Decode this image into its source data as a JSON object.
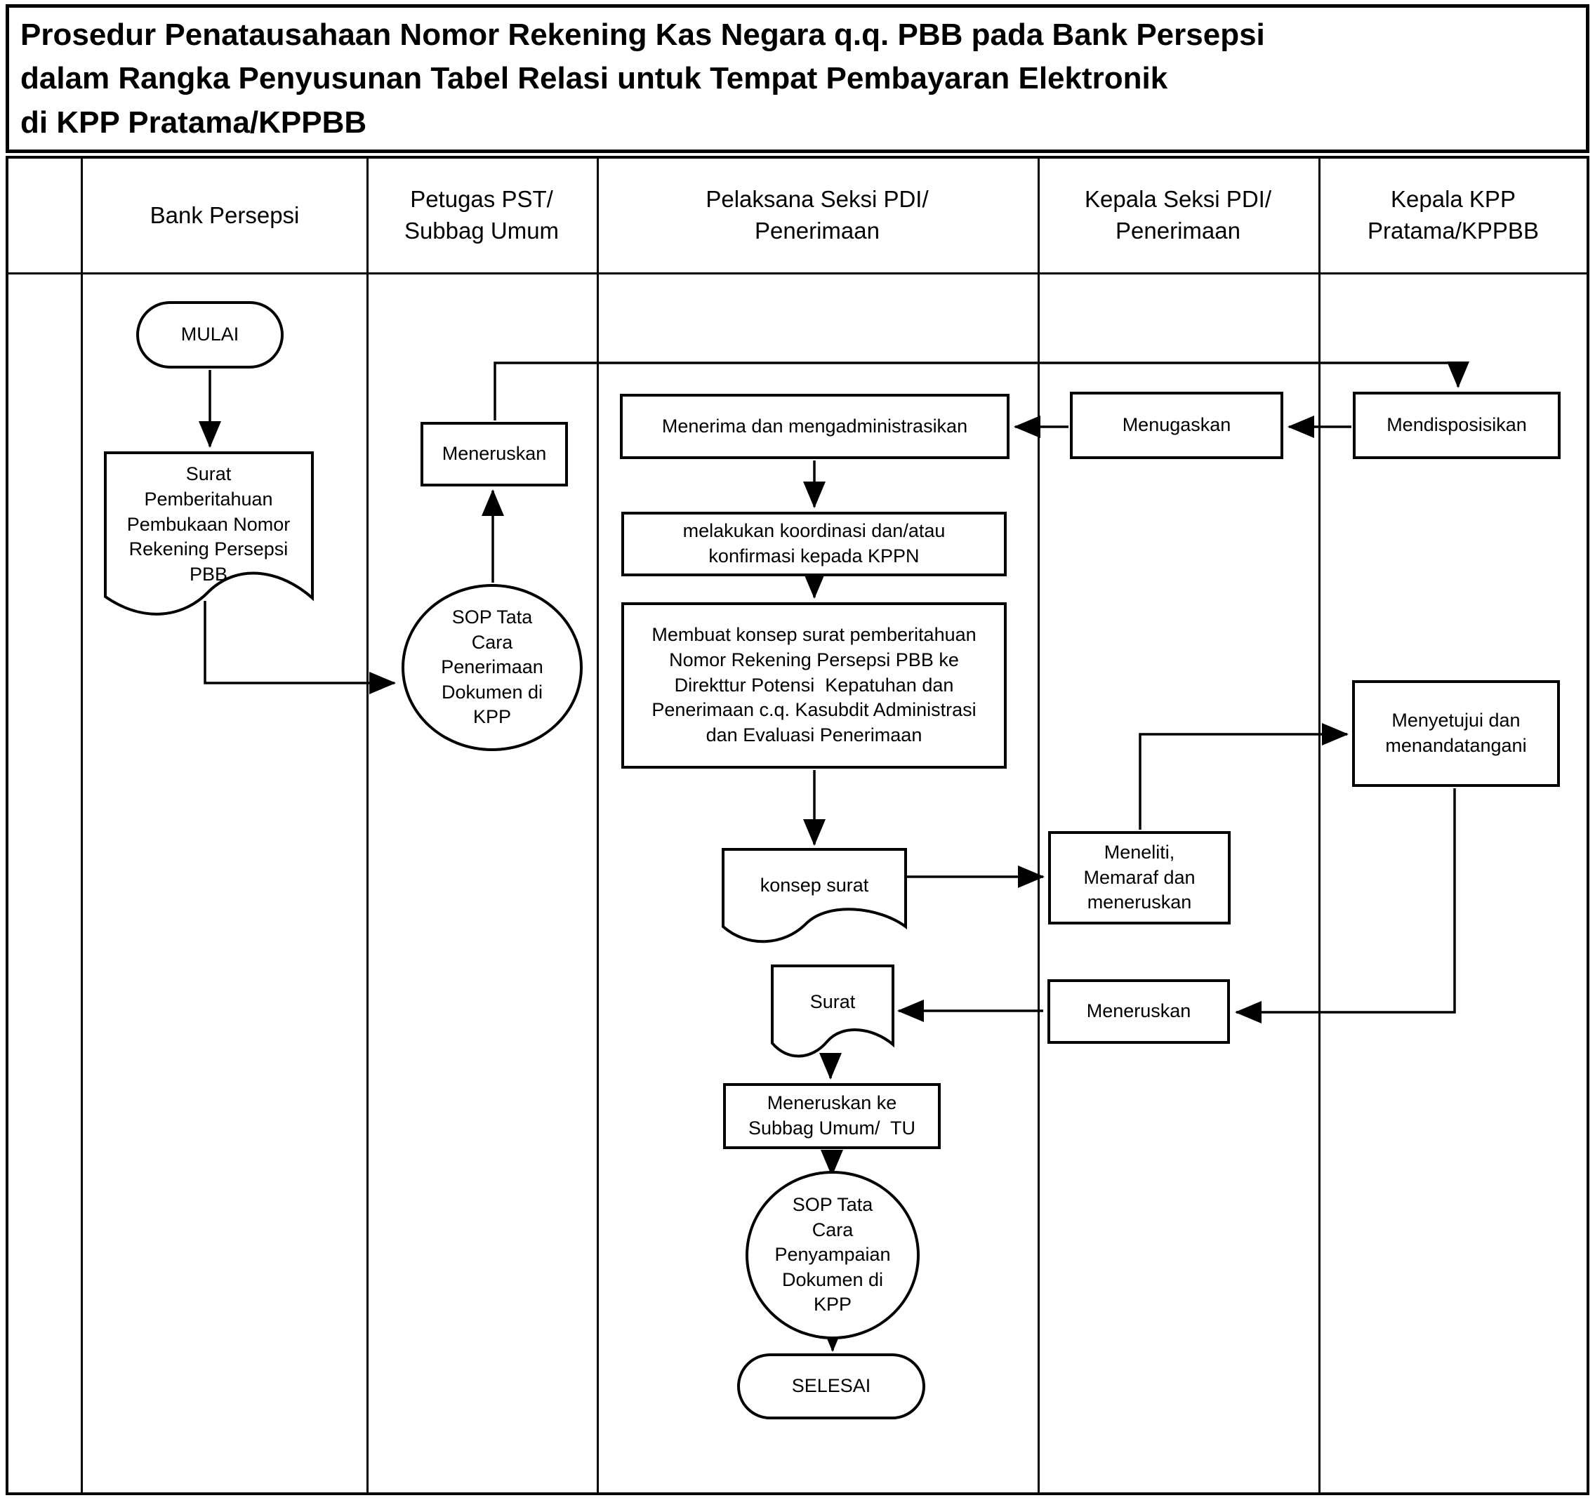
{
  "title": "Prosedur Penatausahaan Nomor Rekening Kas Negara q.q. PBB pada Bank Persepsi\ndalam Rangka Penyusunan Tabel Relasi untuk Tempat Pembayaran Elektronik\ndi KPP Pratama/KPPBB",
  "columns": [
    {
      "label": ""
    },
    {
      "label": "Bank Persepsi"
    },
    {
      "label": "Petugas PST/\nSubbag Umum"
    },
    {
      "label": "Pelaksana Seksi PDI/\nPenerimaan"
    },
    {
      "label": "Kepala Seksi PDI/\nPenerimaan"
    },
    {
      "label": "Kepala KPP\nPratama/KPPBB"
    }
  ],
  "nodes": {
    "mulai": {
      "shape": "terminator",
      "lane": "Bank Persepsi",
      "label": "MULAI"
    },
    "surat_pemberitahuan": {
      "shape": "document",
      "lane": "Bank Persepsi",
      "label": "Surat\nPemberitahuan\nPembukaan Nomor\nRekening Persepsi\nPBB"
    },
    "meneruskan_1": {
      "shape": "process",
      "lane": "Petugas PST/Subbag Umum",
      "label": "Meneruskan"
    },
    "sop_penerimaan": {
      "shape": "connector",
      "lane": "Petugas PST/Subbag Umum",
      "label": "SOP Tata\nCara\nPenerimaan\nDokumen di\nKPP"
    },
    "menerima": {
      "shape": "process",
      "lane": "Pelaksana Seksi PDI/Penerimaan",
      "label": "Menerima dan mengadministrasikan"
    },
    "melakukan_koordinasi": {
      "shape": "process",
      "lane": "Pelaksana Seksi PDI/Penerimaan",
      "label": "melakukan koordinasi dan/atau\nkonfirmasi kepada KPPN"
    },
    "membuat_konsep": {
      "shape": "process",
      "lane": "Pelaksana Seksi PDI/Penerimaan",
      "label": "Membuat konsep surat pemberitahuan\nNomor Rekening Persepsi PBB ke\nDirekttur Potensi  Kepatuhan dan\nPenerimaan c.q. Kasubdit Administrasi\ndan Evaluasi Penerimaan"
    },
    "konsep_surat": {
      "shape": "document",
      "lane": "Pelaksana Seksi PDI/Penerimaan",
      "label": "konsep surat"
    },
    "menugaskan": {
      "shape": "process",
      "lane": "Kepala Seksi PDI/Penerimaan",
      "label": "Menugaskan"
    },
    "meneliti": {
      "shape": "process",
      "lane": "Kepala Seksi PDI/Penerimaan",
      "label": "Meneliti,\nMemaraf dan\nmeneruskan"
    },
    "meneruskan_2": {
      "shape": "process",
      "lane": "Kepala Seksi PDI/Penerimaan",
      "label": "Meneruskan"
    },
    "mendisposisikan": {
      "shape": "process",
      "lane": "Kepala KPP Pratama/KPPBB",
      "label": "Mendisposisikan"
    },
    "menyetujui": {
      "shape": "process",
      "lane": "Kepala KPP Pratama/KPPBB",
      "label": "Menyetujui dan\nmenandatangani"
    },
    "surat": {
      "shape": "document",
      "lane": "Pelaksana Seksi PDI/Penerimaan",
      "label": "Surat"
    },
    "meneruskan_subbag": {
      "shape": "process",
      "lane": "Pelaksana Seksi PDI/Penerimaan",
      "label": "Meneruskan ke\nSubbag Umum/  TU"
    },
    "sop_penyampaian": {
      "shape": "connector",
      "lane": "Pelaksana Seksi PDI/Penerimaan",
      "label": "SOP Tata\nCara\nPenyampaian\nDokumen di\nKPP"
    },
    "selesai": {
      "shape": "terminator",
      "lane": "Pelaksana Seksi PDI/Penerimaan",
      "label": "SELESAI"
    }
  },
  "flow": {
    "edges": [
      {
        "from": "mulai",
        "to": "surat_pemberitahuan"
      },
      {
        "from": "surat_pemberitahuan",
        "to": "sop_penerimaan"
      },
      {
        "from": "sop_penerimaan",
        "to": "meneruskan_1"
      },
      {
        "from": "meneruskan_1",
        "to": "mendisposisikan"
      },
      {
        "from": "mendisposisikan",
        "to": "menugaskan"
      },
      {
        "from": "menugaskan",
        "to": "menerima"
      },
      {
        "from": "menerima",
        "to": "melakukan_koordinasi"
      },
      {
        "from": "melakukan_koordinasi",
        "to": "membuat_konsep"
      },
      {
        "from": "membuat_konsep",
        "to": "konsep_surat"
      },
      {
        "from": "konsep_surat",
        "to": "meneliti"
      },
      {
        "from": "meneliti",
        "to": "menyetujui"
      },
      {
        "from": "menyetujui",
        "to": "meneruskan_2"
      },
      {
        "from": "meneruskan_2",
        "to": "surat"
      },
      {
        "from": "surat",
        "to": "meneruskan_subbag"
      },
      {
        "from": "meneruskan_subbag",
        "to": "sop_penyampaian"
      },
      {
        "from": "sop_penyampaian",
        "to": "selesai"
      }
    ],
    "ink_color": "#000000",
    "paper_color": "#ffffff"
  }
}
